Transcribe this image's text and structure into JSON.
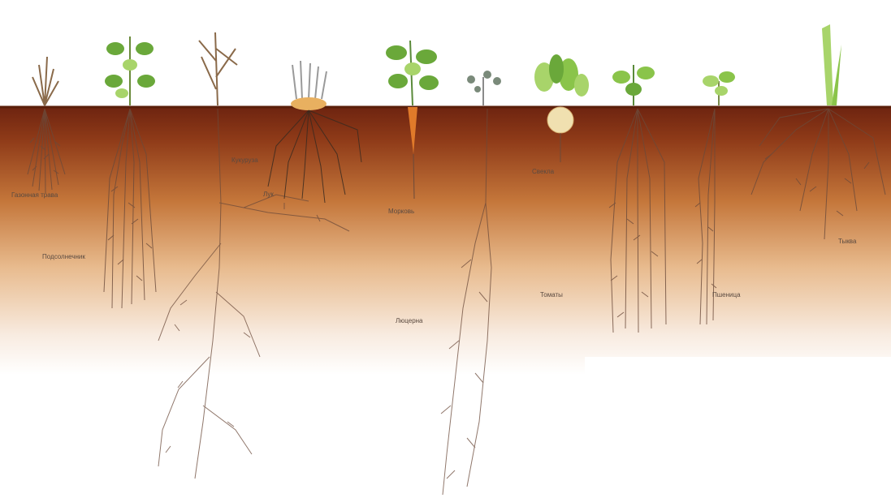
{
  "labels": {
    "plant_1": "Газонная трава",
    "plant_2": "Подсолнечник",
    "plant_3": "Кукуруза",
    "plant_4": "Лук",
    "plant_5": "Морковь",
    "plant_6": "Люцерна",
    "plant_7": "Свекла",
    "plant_8": "Томаты",
    "plant_9": "Пшеница",
    "plant_10": "Тыква"
  },
  "colors": {
    "soil_surface": "#7a2a10",
    "soil_mid": "#c4763a",
    "soil_fade": "#ffffff",
    "root": "#6b4a3a",
    "leaf": "#6aa83a",
    "leaf_light": "#a8d46a",
    "carrot": "#e07a2a",
    "onion": "#e8b060",
    "beet": "#f0e0b0"
  }
}
